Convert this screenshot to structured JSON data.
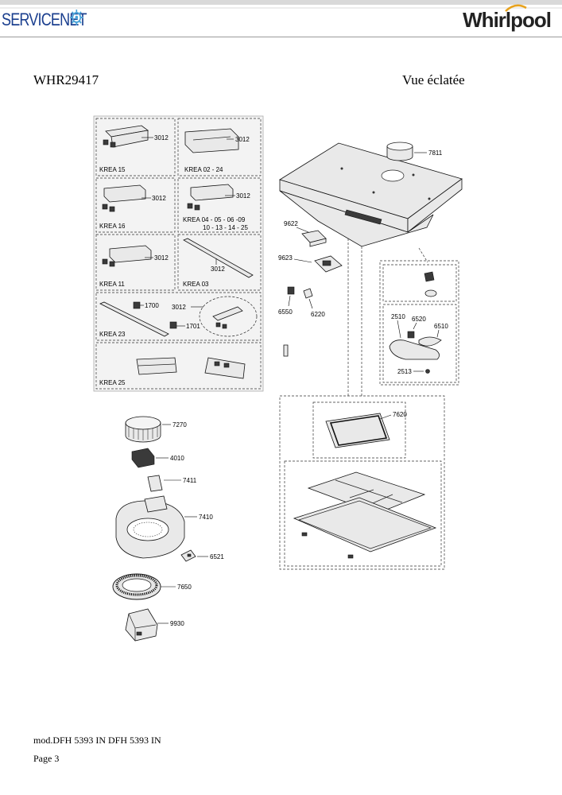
{
  "header": {
    "servicenet_logo": "SERVICENET",
    "whirlpool_logo": "Whirlpool"
  },
  "document": {
    "model": "WHR29417",
    "view_title": "Vue éclatée",
    "footer_model": "mod.DFH 5393 IN DFH 5393 IN",
    "footer_page": "Page 3"
  },
  "diagram": {
    "control_panel_variants": [
      {
        "variant": "KREA 15",
        "part": "3012"
      },
      {
        "variant": "KREA 02 - 24",
        "part": "3012"
      },
      {
        "variant": "KREA 16",
        "part": "3012"
      },
      {
        "variant_line1": "KREA 04 - 05 - 06 -09",
        "variant_line2": "10 - 13 - 14 - 25",
        "part": "3012"
      },
      {
        "variant": "KREA 11",
        "part": "3012"
      },
      {
        "variant": "KREA 03",
        "part": "3012"
      },
      {
        "variant": "KREA 23",
        "parts": [
          "1700",
          "3012",
          "1701"
        ]
      },
      {
        "variant": "KREA 25"
      }
    ],
    "parts": {
      "p7811": "7811",
      "p9622": "9622",
      "p9623": "9623",
      "p6550": "6550",
      "p6220": "6220",
      "p2510": "2510",
      "p6520": "6520",
      "p6510": "6510",
      "p2513": "2513",
      "p7620": "7620",
      "p7270": "7270",
      "p4010": "4010",
      "p7411": "7411",
      "p7410": "7410",
      "p6521": "6521",
      "p7650": "7650",
      "p9930": "9930"
    }
  }
}
